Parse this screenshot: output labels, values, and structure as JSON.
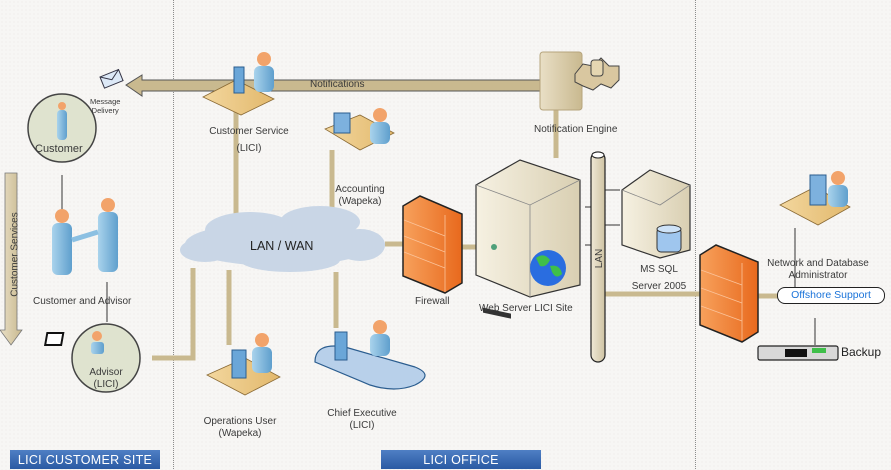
{
  "zones": [
    {
      "id": "customer-site",
      "label": "LICI CUSTOMER SITE"
    },
    {
      "id": "office",
      "label": "LICI OFFICE"
    }
  ],
  "colors": {
    "connector": "#c9b98f",
    "banner": "#2f5fa8",
    "cloud": "#c9d6e6",
    "firewall": "#f07a2c",
    "offshore_text": "#1a73d9"
  },
  "nodes": {
    "customer": {
      "label": "Customer",
      "icon": "person-icon"
    },
    "message_delivery": {
      "line1": "Message",
      "line2": "Delivery",
      "icon": "envelope-icon"
    },
    "customer_and_advisor": {
      "label": "Customer and Advisor",
      "icon": "handshake-icon"
    },
    "advisor": {
      "line1": "Advisor",
      "line2": "(LICI)",
      "icon": "laptop-user-icon"
    },
    "customer_services_arrow": {
      "label": "Customer Services"
    },
    "customer_service": {
      "line1": "Customer Service",
      "line2": "(LICI)",
      "icon": "headset-user-icon"
    },
    "notifications": {
      "label": "Notifications"
    },
    "notification_engine": {
      "label": "Notification Engine",
      "icon": "gear-server-icon"
    },
    "accounting": {
      "line1": "Accounting",
      "line2": "(Wapeka)",
      "icon": "workstation-user-icon"
    },
    "lan_wan": {
      "label": "LAN / WAN",
      "icon": "cloud-icon"
    },
    "firewall": {
      "label": "Firewall",
      "icon": "firewall-icon"
    },
    "web_server": {
      "label": "Web Server LICI Site",
      "icon": "web-server-icon"
    },
    "lan_bus": {
      "label": "LAN"
    },
    "ms_sql": {
      "line1": "MS SQL",
      "line2": "Server 2005",
      "icon": "database-server-icon"
    },
    "operations_user": {
      "line1": "Operations User",
      "line2": "(Wapeka)",
      "icon": "workstation-user-icon"
    },
    "chief_executive": {
      "line1": "Chief Executive",
      "line2": "(LICI)",
      "icon": "executive-desk-icon"
    },
    "network_admin": {
      "line1": "Network and Database",
      "line2": "Administrator",
      "icon": "workstation-user-icon"
    },
    "offshore_support": {
      "label": "Offshore Support"
    },
    "backup": {
      "label": "Backup",
      "icon": "backup-device-icon"
    }
  }
}
